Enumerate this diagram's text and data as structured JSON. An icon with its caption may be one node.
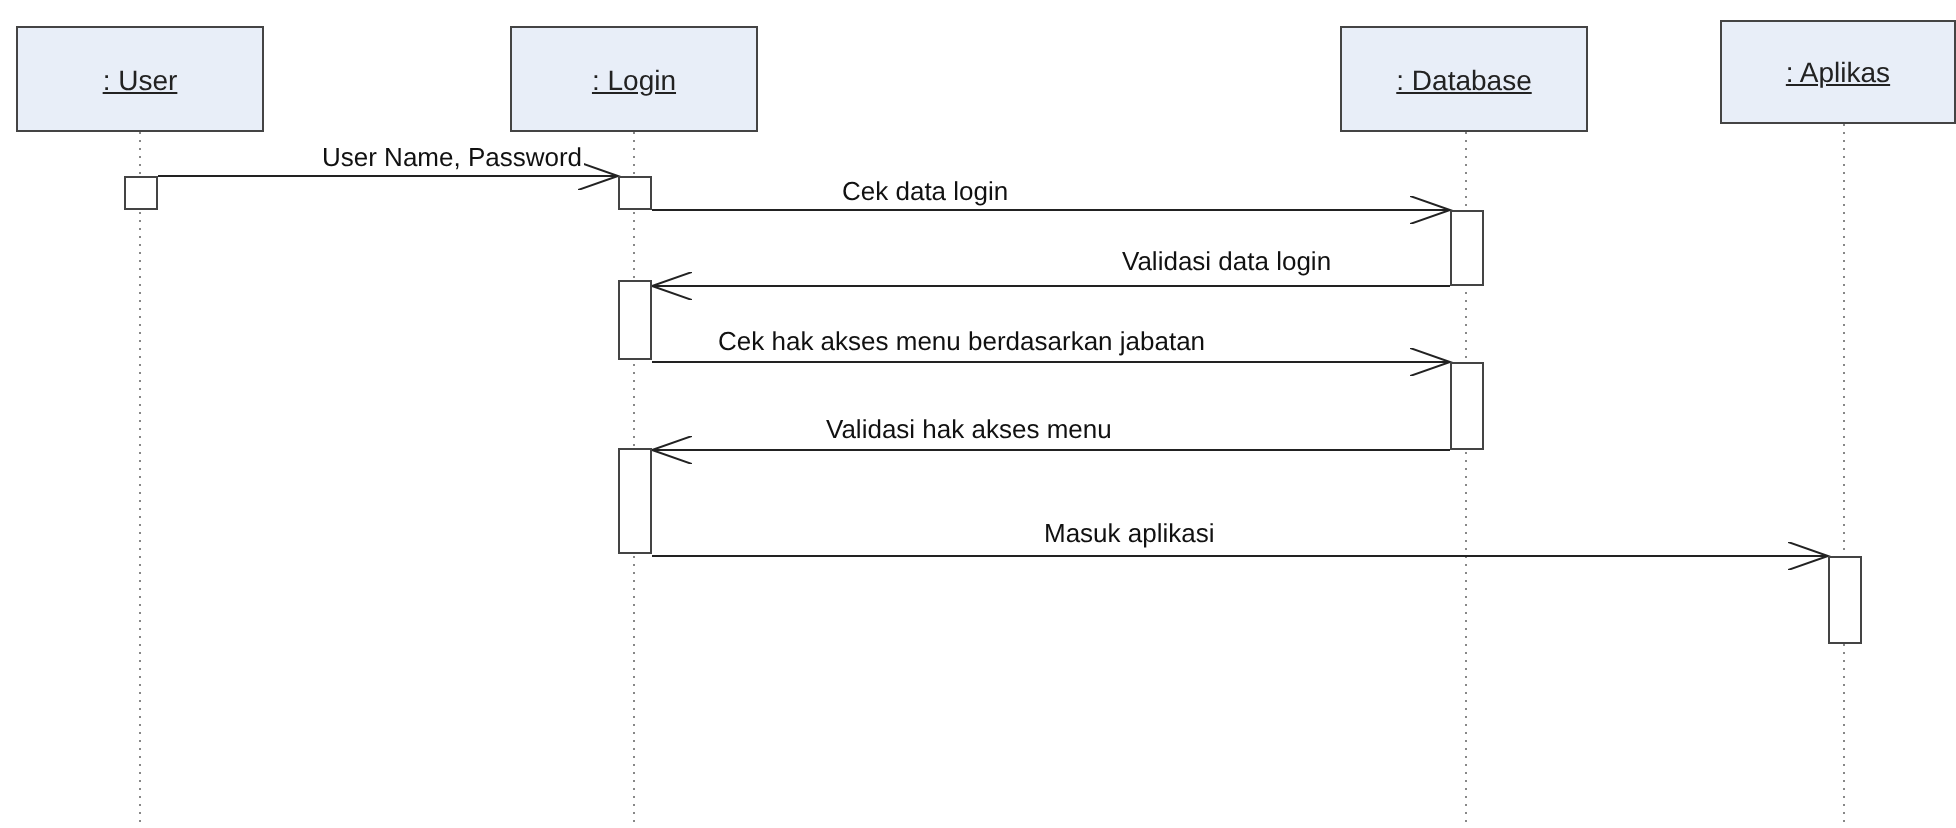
{
  "diagram": {
    "nodes": [
      {
        "text": [
          ": User"
        ]
      },
      {
        "text": [
          ": Login"
        ]
      },
      {
        "text": [
          ": Database"
        ]
      },
      {
        "text": [
          ": Aplikas"
        ]
      },
      {
        "text": [],
        "shape": "bar"
      },
      {
        "text": [],
        "shape": "bar"
      },
      {
        "text": [],
        "shape": "bar"
      },
      {
        "text": [],
        "shape": "bar"
      },
      {
        "text": [],
        "shape": "bar"
      },
      {
        "text": [],
        "shape": "bar"
      },
      {
        "text": [],
        "shape": "bar"
      }
    ],
    "edges": [
      {
        "from": 4,
        "to": 5,
        "arrow": "to",
        "label": "User Name, Password"
      },
      {
        "from": 5,
        "to": 6,
        "arrow": "to",
        "label": "Cek data login"
      },
      {
        "from": 6,
        "to": 7,
        "arrow": "to",
        "label": "Validasi data login"
      },
      {
        "from": 7,
        "to": 8,
        "arrow": "to",
        "label": "Cek hak akses menu berdasarkan jabatan"
      },
      {
        "from": 8,
        "to": 9,
        "arrow": "to",
        "label": "Validasi hak akses menu"
      },
      {
        "from": 9,
        "to": 10,
        "arrow": "to",
        "label": "Masuk aplikasi"
      }
    ]
  }
}
